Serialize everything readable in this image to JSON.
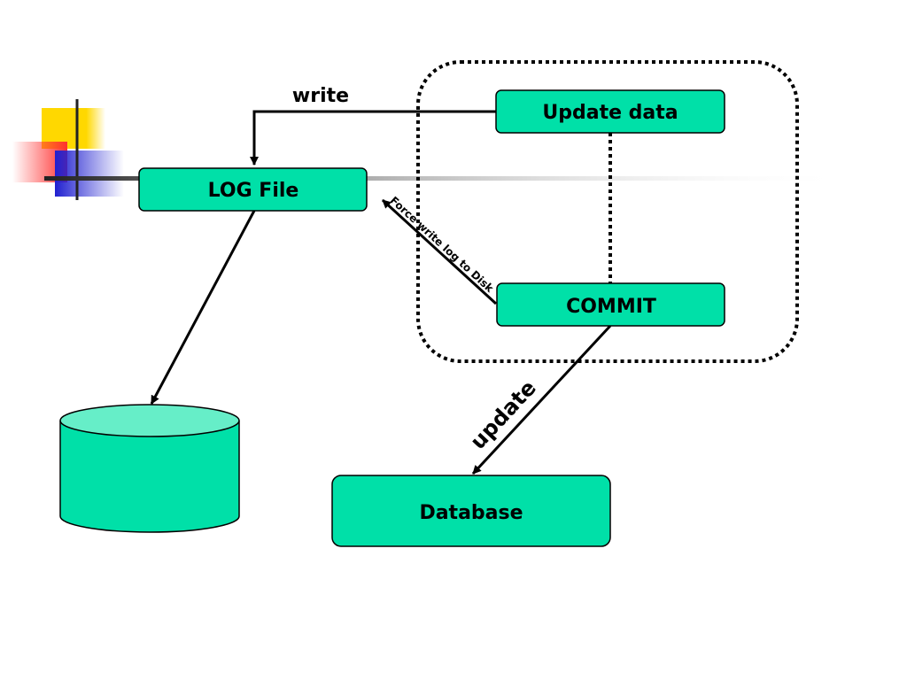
{
  "nodes": {
    "log_file": "LOG File",
    "update_data": "Update data",
    "commit": "COMMIT",
    "database": "Database"
  },
  "edges": {
    "write": "write",
    "force_write": "Force write log to Disk",
    "update": "update"
  },
  "colors": {
    "node_fill": "#00E0A8",
    "disk_top": "#66EEC8",
    "logo_yellow": "#FFD800",
    "logo_red": "#FF3030",
    "logo_blue": "#2020D0"
  }
}
